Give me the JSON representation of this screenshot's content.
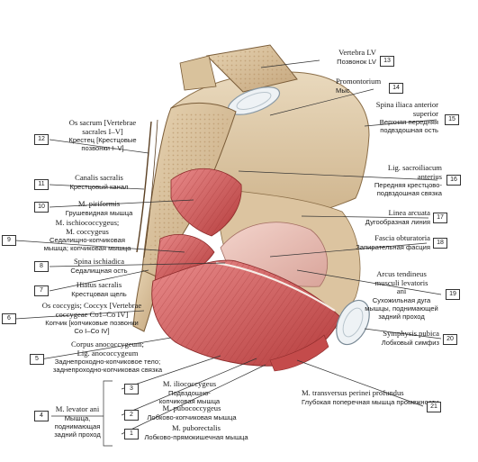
{
  "labels": [
    {
      "number": "1",
      "latin": "M. puborectalis",
      "russian": "Лобково-прямокишечная мышца"
    },
    {
      "number": "2",
      "latin": "M. pubococcygeus",
      "russian": "Лобково-копчиковая мышца"
    },
    {
      "number": "3",
      "latin": "M. iliococcygeus",
      "russian": "Подвздошно-копчиковая мышца"
    },
    {
      "number": "4",
      "latin": "M. levator ani",
      "russian": "Мышца, поднимающая задний проход"
    },
    {
      "number": "5",
      "latin": "Corpus anococcygeum; Lig. anococcygeum",
      "russian": "Заднепроходно-копчиковое тело; заднепроходно-копчиковая связка"
    },
    {
      "number": "6",
      "latin": "Os coccygis; Coccyx [Vertebrae coccygeae Co1–Co IV]",
      "russian": "Копчик [копчиковые позвонки Co I–Co IV]"
    },
    {
      "number": "7",
      "latin": "Hiatus sacralis",
      "russian": "Крестцовая щель"
    },
    {
      "number": "8",
      "latin": "Spina ischiadica",
      "russian": "Седалищная ость"
    },
    {
      "number": "9",
      "latin": "M. ischiococcygeus; M. coccygeus",
      "russian": "Седалищно-копчиковая мышца; копчиковая мышца"
    },
    {
      "number": "10",
      "latin": "M. piriformis",
      "russian": "Грушевидная мышца"
    },
    {
      "number": "11",
      "latin": "Canalis sacralis",
      "russian": "Крестцовый канал"
    },
    {
      "number": "12",
      "latin": "Os sacrum [Vertebrae sacrales I–V]",
      "russian": "Крестец [Крестцовые позвонки I–V]"
    },
    {
      "number": "13",
      "latin": "Vertebra LV",
      "russian": "Позвонок LV"
    },
    {
      "number": "14",
      "latin": "Promontorium",
      "russian": "Мыс"
    },
    {
      "number": "15",
      "latin": "Spina iliaca anterior superior",
      "russian": "Верхняя передняя подвздошная ость"
    },
    {
      "number": "16",
      "latin": "Lig. sacroiliacum anterius",
      "russian": "Передняя крестцово-подвздошная связка"
    },
    {
      "number": "17",
      "latin": "Linea arcuata",
      "russian": "Дугообразная линия"
    },
    {
      "number": "18",
      "latin": "Fascia obturatoria",
      "russian": "Запирательная фасция"
    },
    {
      "number": "19",
      "latin": "Arcus tendineus musculi levatoris ani",
      "russian": "Сухожильная дуга мышцы, поднимающей задний проход"
    },
    {
      "number": "20",
      "latin": "Symphysis pubica",
      "russian": "Лобковый симфиз"
    },
    {
      "number": "21",
      "latin": "M. transversus perinei profundus",
      "russian": "Глубокая поперечная мышца промежности"
    }
  ]
}
